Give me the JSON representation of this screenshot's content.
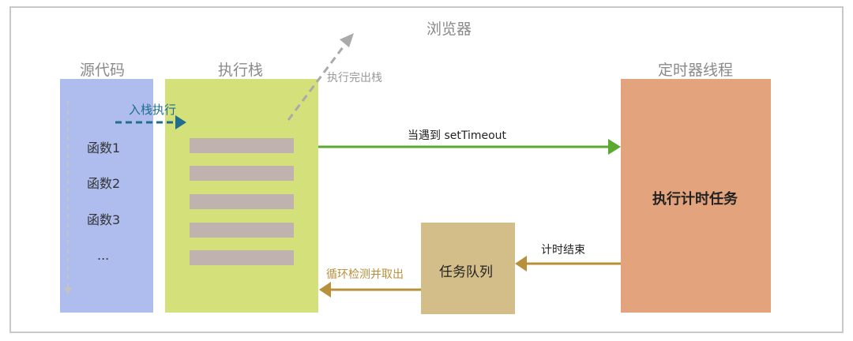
{
  "browser": {
    "label": "浏览器"
  },
  "columns": {
    "source": {
      "title": "源代码",
      "functions": [
        "函数1",
        "函数2",
        "函数3",
        "..."
      ]
    },
    "stack": {
      "title": "执行栈",
      "slots": 5
    },
    "timer": {
      "title": "定时器线程",
      "task": "执行计时任务"
    },
    "queue": {
      "label": "任务队列"
    }
  },
  "edges": {
    "push": "入栈执行",
    "pop": "执行完出栈",
    "set_timeout": "当遇到 setTimeout",
    "timer_done": "计时结束",
    "loop": "循环检测并取出"
  },
  "colors": {
    "source": "#aebcee",
    "stack": "#d4e07a",
    "timer": "#e3a37c",
    "queue": "#d3bd88",
    "slot": "#bfb2af",
    "push_arrow": "#1f6e8c",
    "green_arrow": "#5aaa32",
    "gold_arrow": "#b8903a",
    "gray_arrow": "#aaaaaa"
  }
}
